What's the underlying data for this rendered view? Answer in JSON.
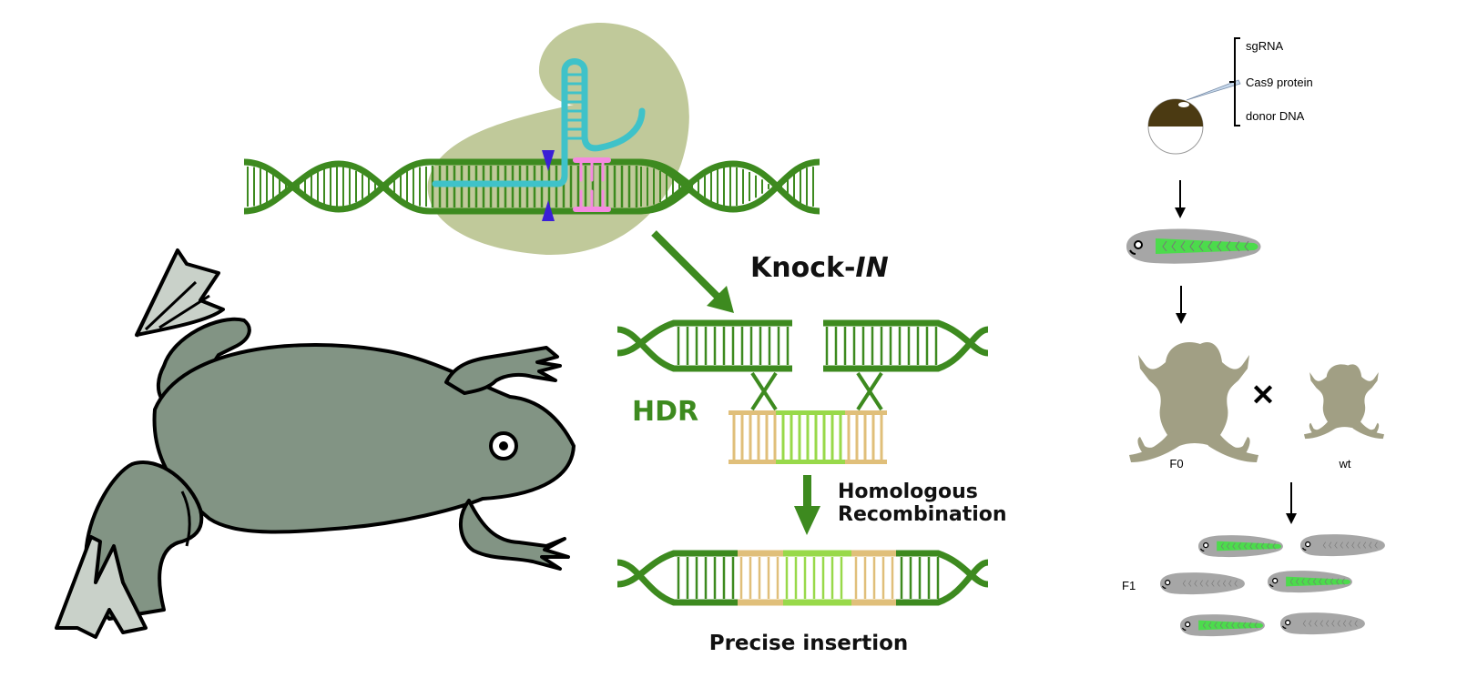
{
  "title": "CRISPR/Cas9 Knock-IN in Xenopus",
  "colors": {
    "dna_green": "#3d8a1f",
    "cas9_blob": "#c0c99a",
    "sgrna_cyan": "#3fc2c9",
    "pam_pink": "#f58ae0",
    "cut_blue": "#3a1fd6",
    "homology_tan": "#e0bf7a",
    "insert_lightgreen": "#98d94a",
    "frog_body": "#829484",
    "frog_webbing": "#c9d1c9",
    "silhouette": "#a19f84",
    "tadpole_gray": "#a6a6a6",
    "gfp_green": "#4cdb4c",
    "egg_brown": "#4b3a12"
  },
  "center": {
    "knockin_prefix": "Knock-",
    "knockin_italic": "IN",
    "hdr_label": "HDR",
    "hr_line1": "Homologous",
    "hr_line2": "Recombination",
    "result_label": "Precise insertion"
  },
  "right": {
    "injection_items": [
      "sgRNA",
      "Cas9 protein",
      "donor DNA"
    ],
    "cross_symbol": "✕",
    "f0_label": "F0",
    "wt_label": "wt",
    "f1_label": "F1",
    "f1_offspring_gfp": [
      true,
      false,
      false,
      true,
      true,
      false
    ]
  }
}
